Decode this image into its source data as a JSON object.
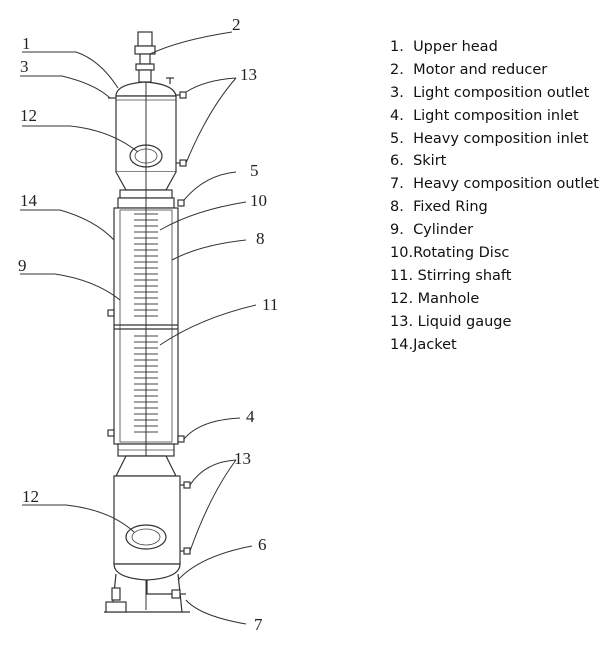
{
  "callouts": [
    "1",
    "2",
    "3",
    "12",
    "13",
    "5",
    "14",
    "10",
    "8",
    "9",
    "11",
    "4",
    "13",
    "12",
    "6",
    "7"
  ],
  "legend": [
    {
      "num": "1.",
      "label": "Upper head"
    },
    {
      "num": "2.",
      "label": "Motor and reducer"
    },
    {
      "num": "3.",
      "label": "Light composition outlet"
    },
    {
      "num": "4.",
      "label": "Light composition inlet"
    },
    {
      "num": "5.",
      "label": "Heavy composition inlet"
    },
    {
      "num": "6.",
      "label": "Skirt"
    },
    {
      "num": "7.",
      "label": "Heavy composition outlet"
    },
    {
      "num": "8.",
      "label": "Fixed Ring"
    },
    {
      "num": "9.",
      "label": "Cylinder"
    },
    {
      "num": "10.",
      "label": "Rotating Disc"
    },
    {
      "num": "11.",
      "label": "Stirring shaft"
    },
    {
      "num": "12.",
      "label": "Manhole"
    },
    {
      "num": "13.",
      "label": "Liquid gauge"
    },
    {
      "num": "14.",
      "label": "Jacket"
    }
  ]
}
